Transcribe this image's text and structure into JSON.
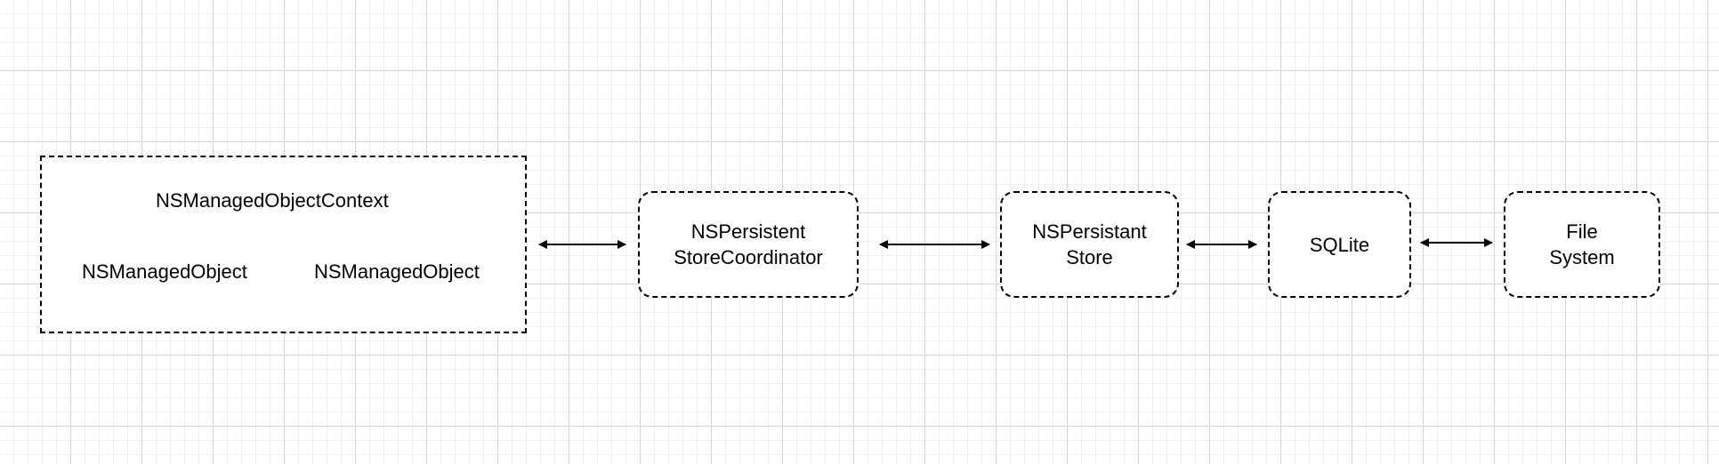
{
  "diagram": {
    "context_box": {
      "title": "NSManagedObjectContext",
      "objects": [
        "NSManagedObject",
        "NSManagedObject"
      ]
    },
    "nodes": [
      {
        "id": "coordinator",
        "lines": [
          "NSPersistent",
          "StoreCoordinator"
        ]
      },
      {
        "id": "store",
        "lines": [
          "NSPersistant",
          "Store"
        ]
      },
      {
        "id": "sqlite",
        "lines": [
          "SQLite"
        ]
      },
      {
        "id": "filesystem",
        "lines": [
          "File",
          "System"
        ]
      }
    ],
    "edges": [
      {
        "from": "context",
        "to": "coordinator",
        "direction": "both"
      },
      {
        "from": "coordinator",
        "to": "store",
        "direction": "both"
      },
      {
        "from": "store",
        "to": "sqlite",
        "direction": "both"
      },
      {
        "from": "sqlite",
        "to": "filesystem",
        "direction": "both"
      }
    ],
    "colors": {
      "stroke": "#000000",
      "background": "#ffffff",
      "grid_major": "#d4d4d4",
      "grid_minor": "#efefef"
    }
  }
}
